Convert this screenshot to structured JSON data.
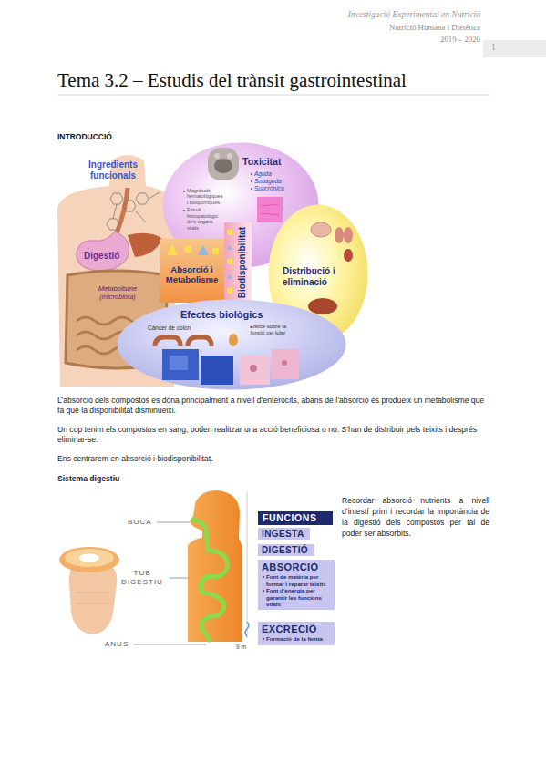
{
  "diagram": {
    "title": "Tema 3.2 – Estudis del trànsit gastrointestinal",
    "nodes": [
      {
        "text": [
          "Toxicitat",
          "Aguda",
          "Subaguda",
          "Subcrònica",
          "Magnituds hematològiques i bioquímiques",
          "Estudi histopatològic dels òrgans vitals"
        ]
      },
      {
        "text": [
          "Absorció i Metabolisme"
        ]
      },
      {
        "text": [
          "Biodisponibilitat"
        ]
      },
      {
        "text": [
          "Distribució i eliminació"
        ]
      },
      {
        "text": [
          "Efectes biològics",
          "Càncer de colon",
          "Efecte sobre la funció cel·lular"
        ]
      },
      {
        "text": [
          "FUNCIONS"
        ]
      },
      {
        "text": [
          "INGESTA"
        ]
      },
      {
        "text": [
          "DIGESTIÓ"
        ]
      },
      {
        "text": [
          "ABSORCIÓ",
          "Font de matèria per formar i reparar teixits",
          "Font d'energia per garantir les funcions vitals"
        ]
      },
      {
        "text": [
          "EXCRECIÓ",
          "Formació de la femta"
        ]
      }
    ],
    "labels": [
      "Investigació Experimental en Nutrició",
      "Nutrició Humana i Dietètica",
      "2019 – 2020",
      "1",
      "INTRODUCCIÓ",
      "Ingredients funcionals",
      "Digestió",
      "Metabolisme (microbiota)",
      "L’absorció dels compostos es dóna principalment a nivell d’enteròcits, abans de l’absorció es produeix un metabolisme que fa que la disponibilitat disminueixi.",
      "Un cop tenim els compostos en sang, poden realitzar una acció beneficiosa o no. S’han de distribuir pels teixits i després eliminar-se.",
      "Ens centrarem en absorció i biodisponibilitat.",
      "Sistema digestiu",
      "BOCA",
      "TUB DIGESTIU",
      "ANUS",
      "9 m",
      "Recordar absorció nutrients a nivell d’intestí prim i recordar la importància de la digestió dels compostos per tal de poder ser absorbits."
    ]
  }
}
